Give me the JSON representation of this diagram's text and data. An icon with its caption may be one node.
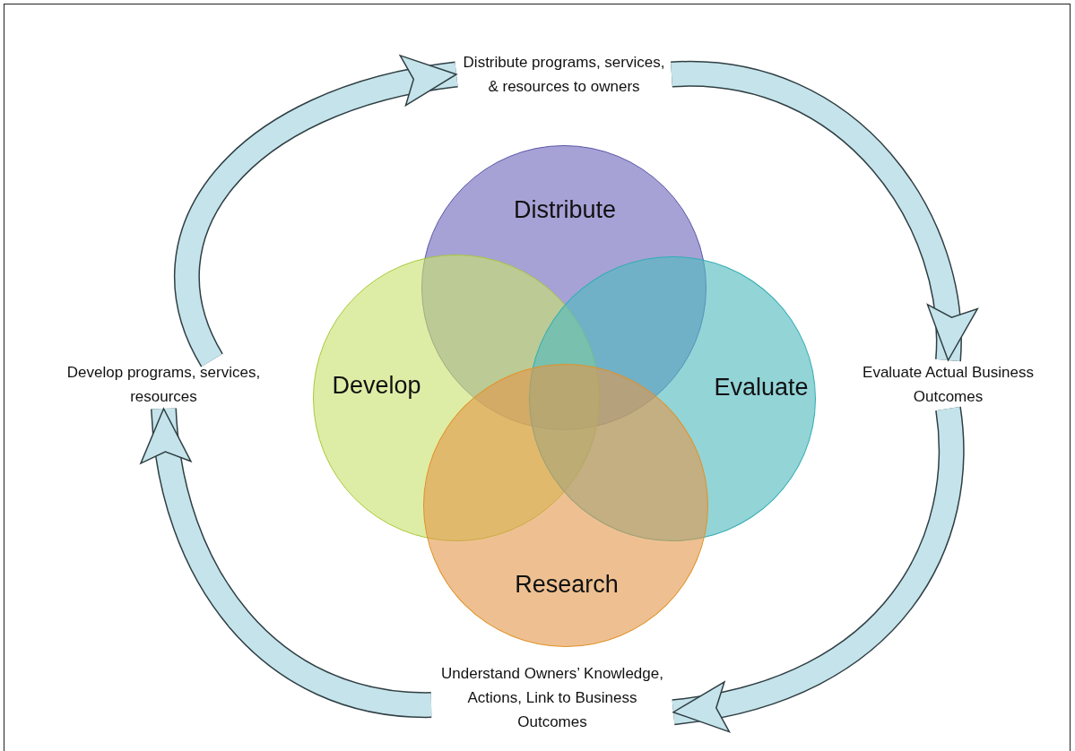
{
  "diagram": {
    "nodes": [
      {
        "text": [
          "Distribute programs, services, & resources to owners"
        ]
      },
      {
        "text": [
          "Distribute"
        ]
      },
      {
        "text": [
          "Develop"
        ]
      },
      {
        "text": [
          "Evaluate"
        ]
      },
      {
        "text": [
          "Research"
        ]
      },
      {
        "text": [
          "Develop programs, services, resources"
        ]
      },
      {
        "text": [
          "Evaluate Actual Business Outcomes"
        ]
      },
      {
        "text": [
          "Understand Owners’ Knowledge, Actions, Link to Business Outcomes"
        ]
      }
    ],
    "edges": [
      {
        "from": 5,
        "to": 0,
        "arrow": "to"
      },
      {
        "from": 0,
        "to": 6,
        "arrow": "to"
      },
      {
        "from": 6,
        "to": 7,
        "arrow": "to"
      },
      {
        "from": 7,
        "to": 5,
        "arrow": "to"
      }
    ]
  }
}
